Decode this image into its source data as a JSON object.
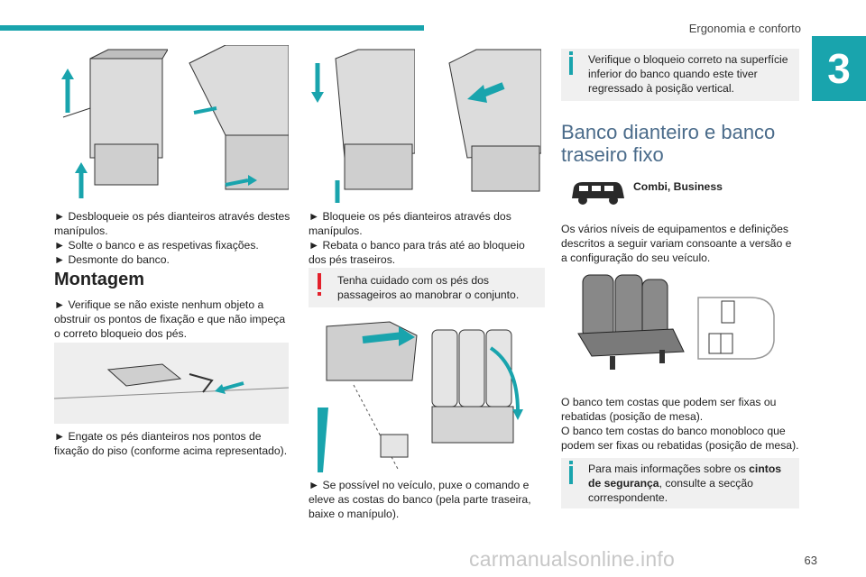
{
  "header": {
    "section_title": "Ergonomia e conforto",
    "chapter_number": "3",
    "page_number": "63"
  },
  "col1": {
    "bullets_top": [
      "► Desbloqueie os pés dianteiros através destes manípulos.",
      "► Solte o banco e as respetivas fixações.",
      "► Desmonte do banco."
    ],
    "heading": "Montagem",
    "bullet_mid": "► Verifique se não existe nenhum objeto a obstruir os pontos de fixação e que não impeça o correto bloqueio dos pés.",
    "bullet_bottom": "► Engate os pés dianteiros nos pontos de fixação do piso (conforme acima representado)."
  },
  "col2": {
    "bullets_top": [
      "► Bloqueie os pés dianteiros através dos manípulos.",
      "► Rebata o banco para trás até ao bloqueio dos pés traseiros."
    ],
    "warning": "Tenha cuidado com os pés dos passageiros ao manobrar o conjunto.",
    "bullet_bottom": "► Se possível no veículo, puxe o comando e eleve as costas do banco (pela parte traseira, baixe o manípulo)."
  },
  "col3": {
    "info_top": "Verifique o bloqueio correto na superfície inferior do banco quando este tiver regressado à posição vertical.",
    "section_title": "Banco dianteiro e banco traseiro fixo",
    "variants": "Combi, Business",
    "intro": "Os vários níveis de equipamentos e definições descritos a seguir variam consoante a versão e a configuração do seu veículo.",
    "para1": "O banco tem costas que podem ser fixas ou rebatidas (posição de mesa).",
    "para2": "O banco tem costas do banco monobloco que podem ser fixas ou rebatidas (posição de mesa).",
    "info_bottom_prefix": "Para mais informações sobre os ",
    "info_bottom_bold": "cintos de segurança",
    "info_bottom_suffix": ", consulte a secção correspondente."
  },
  "watermark": "carmanualsonline.info",
  "colors": {
    "accent": "#19a4ad",
    "warning": "#e3202b",
    "title": "#4a6b8a"
  },
  "icons": [
    "warning-icon",
    "info-icon",
    "van-icon"
  ]
}
